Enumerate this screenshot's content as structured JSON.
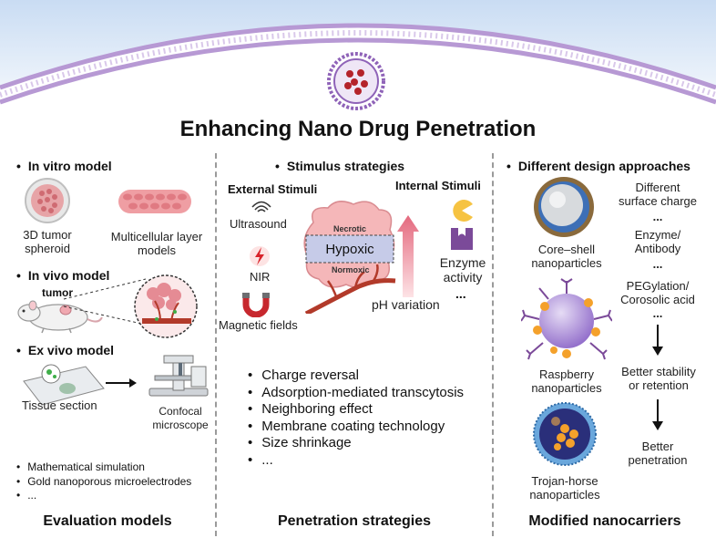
{
  "title": "Enhancing Nano Drug Penetration",
  "evaluation": {
    "in_vitro_header": "In vitro model",
    "spheroid_label": [
      "3D tumor",
      "spheroid"
    ],
    "multilayer_label": [
      "Multicellular layer",
      "models"
    ],
    "in_vivo_header": "In vivo model",
    "tumor_label": "tumor",
    "ex_vivo_header": "Ex vivo model",
    "tissue_label": "Tissue section",
    "confocal_label": [
      "Confocal",
      "microscope"
    ],
    "list": [
      "Mathematical simulation",
      "Gold nanoporous microelectrodes",
      "..."
    ],
    "footer": "Evaluation models"
  },
  "penetration": {
    "stimulus_header": "Stimulus strategies",
    "external_header": "External Stimuli",
    "internal_header": "Internal Stimuli",
    "ultrasound": "Ultrasound",
    "nir": "NIR",
    "magnetic": "Magnetic fields",
    "necrotic": "Necrotic",
    "hypoxic": "Hypoxic",
    "normoxic": "Normoxic",
    "ph": "pH variation",
    "enzyme": [
      "Enzyme",
      "activity"
    ],
    "internal_more": "...",
    "list": [
      "Charge reversal",
      "Adsorption-mediated transcytosis",
      "Neighboring effect",
      "Membrane coating technology",
      "Size shrinkage",
      "..."
    ],
    "footer": "Penetration strategies"
  },
  "nanocarriers": {
    "header": "Different design approaches",
    "core_shell": [
      "Core–shell",
      "nanoparticles"
    ],
    "raspberry": [
      "Raspberry",
      "nanoparticles"
    ],
    "trojan": [
      "Trojan-horse",
      "nanoparticles"
    ],
    "approaches": {
      "surface": [
        "Different",
        "surface charge"
      ],
      "dots1": "...",
      "enzyme": [
        "Enzyme/",
        "Antibody"
      ],
      "dots2": "...",
      "peg": [
        "PEGylation/",
        "Corosolic acid"
      ],
      "dots3": "...",
      "stability": [
        "Better stability",
        "or retention"
      ],
      "penetration": [
        "Better",
        "penetration"
      ]
    },
    "footer": "Modified nanocarriers"
  },
  "colors": {
    "sky": "#dbe7f6",
    "membrane": "#9f7bc2",
    "tumor_pink": "#f2b8b8",
    "hypoxic": "#c6cbe8",
    "vessel": "#b23a2a",
    "arrow_pink": "#e8879a",
    "raspberry_purple": "#a98fd6",
    "orange": "#f4a12b"
  },
  "icons": [
    "membrane-banner",
    "liposome-icon",
    "ultrasound-icon",
    "nir-icon",
    "magnet-icon",
    "pacman-icon",
    "receptor-icon",
    "mouse-icon",
    "microscope-icon"
  ]
}
